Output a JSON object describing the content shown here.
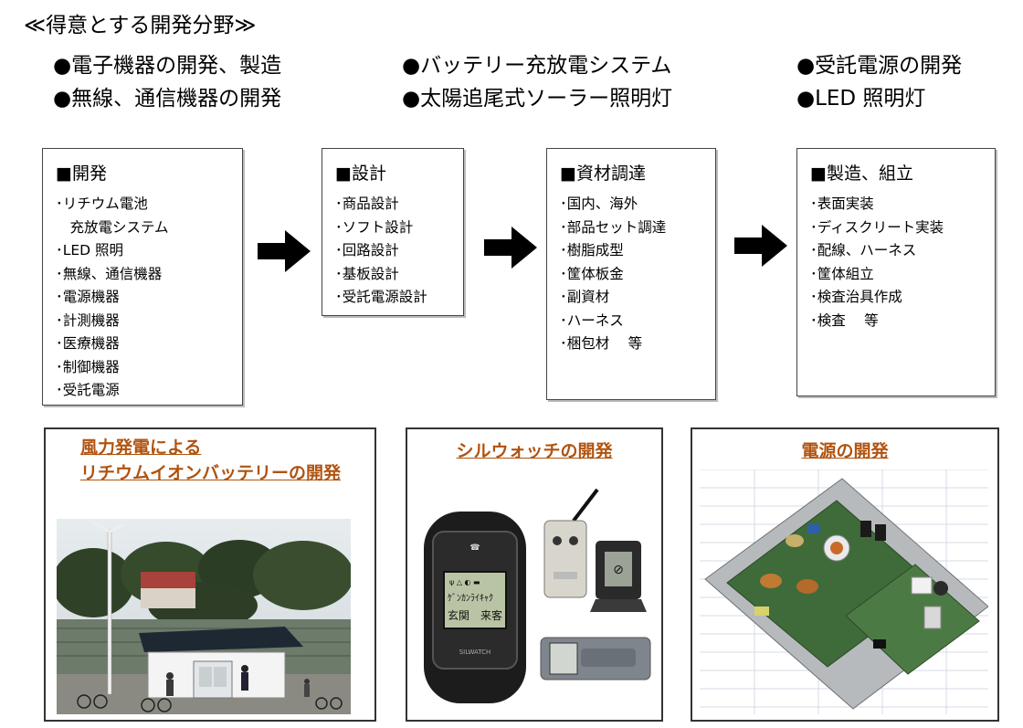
{
  "heading": "≪得意とする開発分野≫",
  "fields": [
    "●電子機器の開発、製造",
    "●無線、通信機器の開発",
    "●バッテリー充放電システム",
    "●太陽追尾式ソーラー照明灯",
    "●受託電源の開発",
    "●LED 照明灯"
  ],
  "process": [
    {
      "title": "■開発",
      "items": [
        "･リチウム電池",
        "　充放電システム",
        "･LED 照明",
        "･無線、通信機器",
        "･電源機器",
        "･計測機器",
        "･医療機器",
        "･制御機器",
        "･受託電源"
      ]
    },
    {
      "title": "■設計",
      "items": [
        "･商品設計",
        "･ソフト設計",
        "･回路設計",
        "･基板設計",
        "･受託電源設計"
      ]
    },
    {
      "title": "■資材調達",
      "items": [
        "･国内、海外",
        "･部品セット調達",
        "･樹脂成型",
        "･筐体板金",
        "･副資材",
        "･ハーネス",
        "･梱包材　 等"
      ]
    },
    {
      "title": "■製造、組立",
      "items": [
        "･表面実装",
        "･ディスクリート実装",
        "･配線、ハーネス",
        "･筐体組立",
        "･検査治具作成",
        "･検査　 等"
      ]
    }
  ],
  "showcase": [
    {
      "title_line1": "風力発電による",
      "title_line2": "リチウムイオンバッテリーの開発"
    },
    {
      "title": "シルウォッチの開発",
      "watch_lines": [
        "ｹﾞﾝｶﾝﾗｲｷｬｸ",
        "玄関　来客"
      ],
      "brand": "SILWATCH"
    },
    {
      "title": "電源の開発"
    }
  ],
  "colors": {
    "accent": "#b0530f",
    "border": "#444444"
  }
}
